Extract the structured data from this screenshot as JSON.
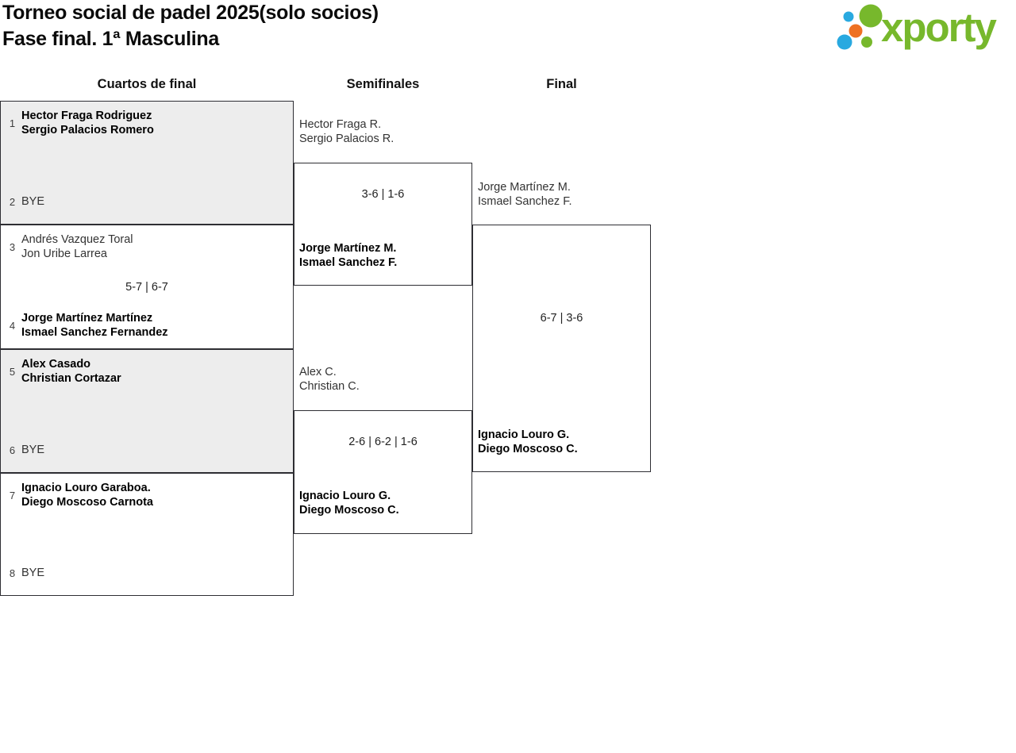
{
  "page": {
    "title_line1": "Torneo social de padel 2025(solo socios)",
    "title_line2": "Fase final. 1ª Masculina"
  },
  "logo": {
    "text": "xporty",
    "colors": {
      "green": "#77b82c",
      "blue": "#29a9e0",
      "orange": "#ee7123"
    }
  },
  "round_headers": {
    "quarterfinals": "Cuartos de final",
    "semifinals": "Semifinales",
    "final": "Final"
  },
  "bracket": {
    "colors": {
      "box_border": "#2e2e33",
      "box_shade": "#ededed"
    },
    "quarterfinals": [
      {
        "match": "QF1",
        "seed_top": "1",
        "team_top": [
          "Hector Fraga Rodriguez",
          "Sergio Palacios Romero"
        ],
        "seed_bottom": "2",
        "team_bottom": [
          "BYE"
        ],
        "score": "",
        "winner": "top"
      },
      {
        "match": "QF2",
        "seed_top": "3",
        "team_top": [
          "Andrés Vazquez Toral",
          "Jon Uribe Larrea"
        ],
        "seed_bottom": "4",
        "team_bottom": [
          "Jorge Martínez Martínez",
          "Ismael Sanchez Fernandez"
        ],
        "score": "5-7 | 6-7",
        "winner": "bottom"
      },
      {
        "match": "QF3",
        "seed_top": "5",
        "team_top": [
          "Alex Casado",
          "Christian Cortazar"
        ],
        "seed_bottom": "6",
        "team_bottom": [
          "BYE"
        ],
        "score": "",
        "winner": "top"
      },
      {
        "match": "QF4",
        "seed_top": "7",
        "team_top": [
          "Ignacio Louro Garaboa.",
          "Diego Moscoso Carnota"
        ],
        "seed_bottom": "8",
        "team_bottom": [
          "BYE"
        ],
        "score": "",
        "winner": "top"
      }
    ],
    "semifinals": [
      {
        "match": "SF1",
        "team_top": [
          "Hector Fraga R.",
          "Sergio Palacios R."
        ],
        "team_bottom": [
          "Jorge Martínez M.",
          "Ismael Sanchez F."
        ],
        "score": "3-6 | 1-6",
        "winner": "bottom"
      },
      {
        "match": "SF2",
        "team_top": [
          "Alex C.",
          "Christian C."
        ],
        "team_bottom": [
          "Ignacio Louro G.",
          "Diego Moscoso C."
        ],
        "score": "2-6 | 6-2 | 1-6",
        "winner": "bottom"
      }
    ],
    "final": {
      "match": "Final",
      "team_top": [
        "Jorge Martínez M.",
        "Ismael Sanchez F."
      ],
      "team_bottom": [
        "Ignacio Louro G.",
        "Diego Moscoso C."
      ],
      "score": "6-7 | 3-6",
      "winner": "bottom"
    }
  }
}
